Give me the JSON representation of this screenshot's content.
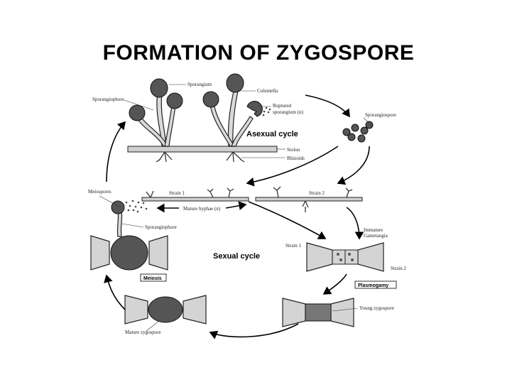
{
  "title": "FORMATION OF ZYGOSPORE",
  "cycles": {
    "asexual": "Asexual cycle",
    "sexual": "Sexual cycle"
  },
  "labels": {
    "sporangium": "Sporangium",
    "columella": "Columella",
    "sporangiophore": "Sporangiophore",
    "ruptured": "Ruptured",
    "ruptured2": "sporangium (n)",
    "sporangiospore": "Sporangiospore",
    "stolon": "Stolon",
    "rhizoids": "Rhizoids",
    "meiospores": "Meiospores",
    "strain1": "Strain 1",
    "strain2": "Strain 2",
    "mature_hyphae": "Mature hyphae (n)",
    "sporangiophore2": "Sporangiophore",
    "immature1": "Immature",
    "immature2": "Gametangia",
    "strain1b": "Strain 1",
    "strain2b": "Strain 2",
    "meiosis": "Meiosis",
    "plasmogamy": "Plasmogamy",
    "young_zygospore": "Young zygospore",
    "mature_zygospore": "Mature zygospore"
  },
  "colors": {
    "ink": "#000000",
    "spore": "#555555",
    "hypha": "#cfcfcf"
  }
}
